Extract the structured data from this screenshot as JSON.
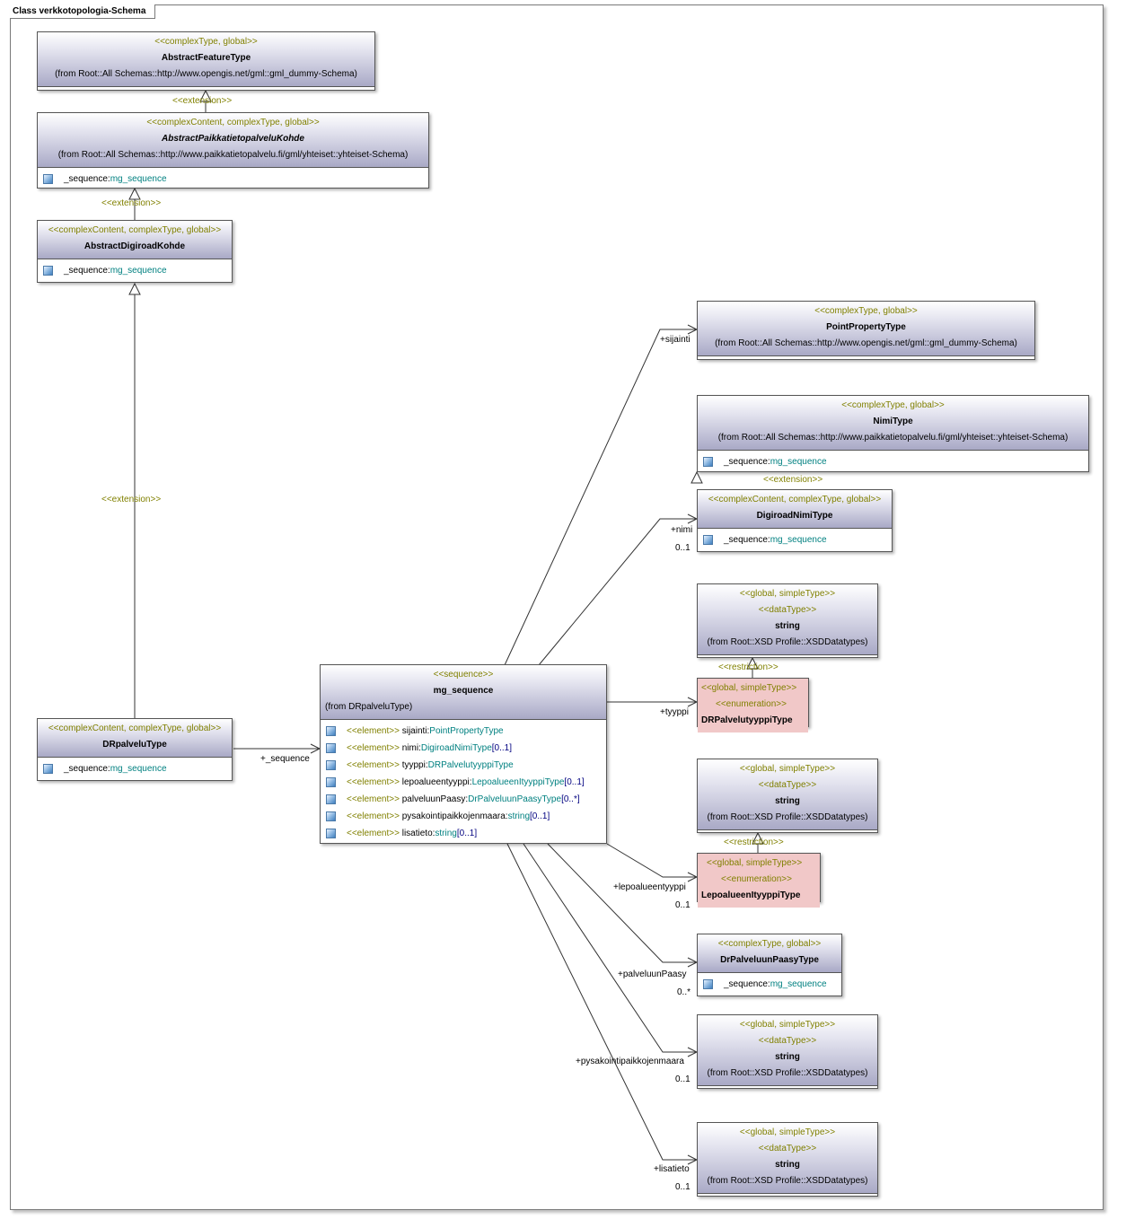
{
  "diagram_title": "Class verkkotopologia-Schema",
  "classes": {
    "abstract_feature_type": {
      "stereotype": "<<complexType, global>>",
      "name": "AbstractFeatureType",
      "from": "(from Root::All Schemas::http://www.opengis.net/gml::gml_dummy-Schema)"
    },
    "abstract_paikkatieto": {
      "stereotype": "<<complexContent, complexType, global>>",
      "name": "AbstractPaikkatietopalveluKohde",
      "from": "(from Root::All Schemas::http://www.paikkatietopalvelu.fi/gml/yhteiset::yhteiset-Schema)",
      "attribute": {
        "name": "_sequence:",
        "type": "mg_sequence"
      }
    },
    "abstract_digiroad": {
      "stereotype": "<<complexContent, complexType, global>>",
      "name": "AbstractDigiroadKohde",
      "attribute": {
        "name": "_sequence:",
        "type": "mg_sequence"
      }
    },
    "drpalvelu_type": {
      "stereotype": "<<complexContent, complexType, global>>",
      "name": "DRpalveluType",
      "attribute": {
        "name": "_sequence:",
        "type": "mg_sequence"
      }
    },
    "mg_sequence": {
      "stereotype": "<<sequence>>",
      "name": "mg_sequence",
      "from": "(from DRpalveluType)",
      "elements": [
        {
          "stereotype": "<<element>>",
          "name": "sijainti:",
          "type": "PointPropertyType",
          "mult": ""
        },
        {
          "stereotype": "<<element>>",
          "name": "nimi:",
          "type": "DigiroadNimiType",
          "mult": "[0..1]"
        },
        {
          "stereotype": "<<element>>",
          "name": "tyyppi:",
          "type": "DRPalvelutyyppiType",
          "mult": ""
        },
        {
          "stereotype": "<<element>>",
          "name": "lepoalueentyyppi:",
          "type": "LepoalueenItyyppiType",
          "mult": "[0..1]"
        },
        {
          "stereotype": "<<element>>",
          "name": "palveluunPaasy:",
          "type": "DrPalveluunPaasyType",
          "mult": "[0..*]"
        },
        {
          "stereotype": "<<element>>",
          "name": "pysakointipaikkojenmaara:",
          "type": "string",
          "mult": "[0..1]"
        },
        {
          "stereotype": "<<element>>",
          "name": "lisatieto:",
          "type": "string",
          "mult": "[0..1]"
        }
      ]
    },
    "point_property_type": {
      "stereotype": "<<complexType, global>>",
      "name": "PointPropertyType",
      "from": "(from Root::All Schemas::http://www.opengis.net/gml::gml_dummy-Schema)"
    },
    "nimi_type": {
      "stereotype": "<<complexType, global>>",
      "name": "NimiType",
      "from": "(from Root::All Schemas::http://www.paikkatietopalvelu.fi/gml/yhteiset::yhteiset-Schema)",
      "attribute": {
        "name": "_sequence:",
        "type": "mg_sequence"
      }
    },
    "digiroad_nimi_type": {
      "stereotype": "<<complexContent, complexType, global>>",
      "name": "DigiroadNimiType",
      "attribute": {
        "name": "_sequence:",
        "type": "mg_sequence"
      }
    },
    "string_1": {
      "stereotype": "<<global, simpleType>>",
      "stereotype2": "<<dataType>>",
      "name": "string",
      "from": "(from Root::XSD Profile::XSDDatatypes)"
    },
    "drpalvelutyyppi_type": {
      "stereotype": "<<global, simpleType>>",
      "stereotype2": "<<enumeration>>",
      "name": "DRPalvelutyyppiType"
    },
    "string_2": {
      "stereotype": "<<global, simpleType>>",
      "stereotype2": "<<dataType>>",
      "name": "string",
      "from": "(from Root::XSD Profile::XSDDatatypes)"
    },
    "lepoalue_type": {
      "stereotype": "<<global, simpleType>>",
      "stereotype2": "<<enumeration>>",
      "name": "LepoalueenItyyppiType"
    },
    "drpalveluun_paasy_type": {
      "stereotype": "<<complexType, global>>",
      "name": "DrPalveluunPaasyType",
      "attribute": {
        "name": "_sequence:",
        "type": "mg_sequence"
      }
    },
    "string_3": {
      "stereotype": "<<global, simpleType>>",
      "stereotype2": "<<dataType>>",
      "name": "string",
      "from": "(from Root::XSD Profile::XSDDatatypes)"
    },
    "string_4": {
      "stereotype": "<<global, simpleType>>",
      "stereotype2": "<<dataType>>",
      "name": "string",
      "from": "(from Root::XSD Profile::XSDDatatypes)"
    }
  },
  "edge_labels": {
    "extension": "<<extension>>",
    "restriction": "<<restriction>>",
    "sequence_role": "+_sequence",
    "sijainti_role": "+sijainti",
    "nimi_role": "+nimi",
    "nimi_mult": "0..1",
    "tyyppi_role": "+tyyppi",
    "lepo_role": "+lepoalueentyyppi",
    "lepo_mult": "0..1",
    "paasy_role": "+palveluunPaasy",
    "paasy_mult": "0..*",
    "pysak_role": "+pysakointipaikkojenmaara",
    "pysak_mult": "0..1",
    "lisatieto_role": "+lisatieto",
    "lisatieto_mult": "0..1"
  }
}
